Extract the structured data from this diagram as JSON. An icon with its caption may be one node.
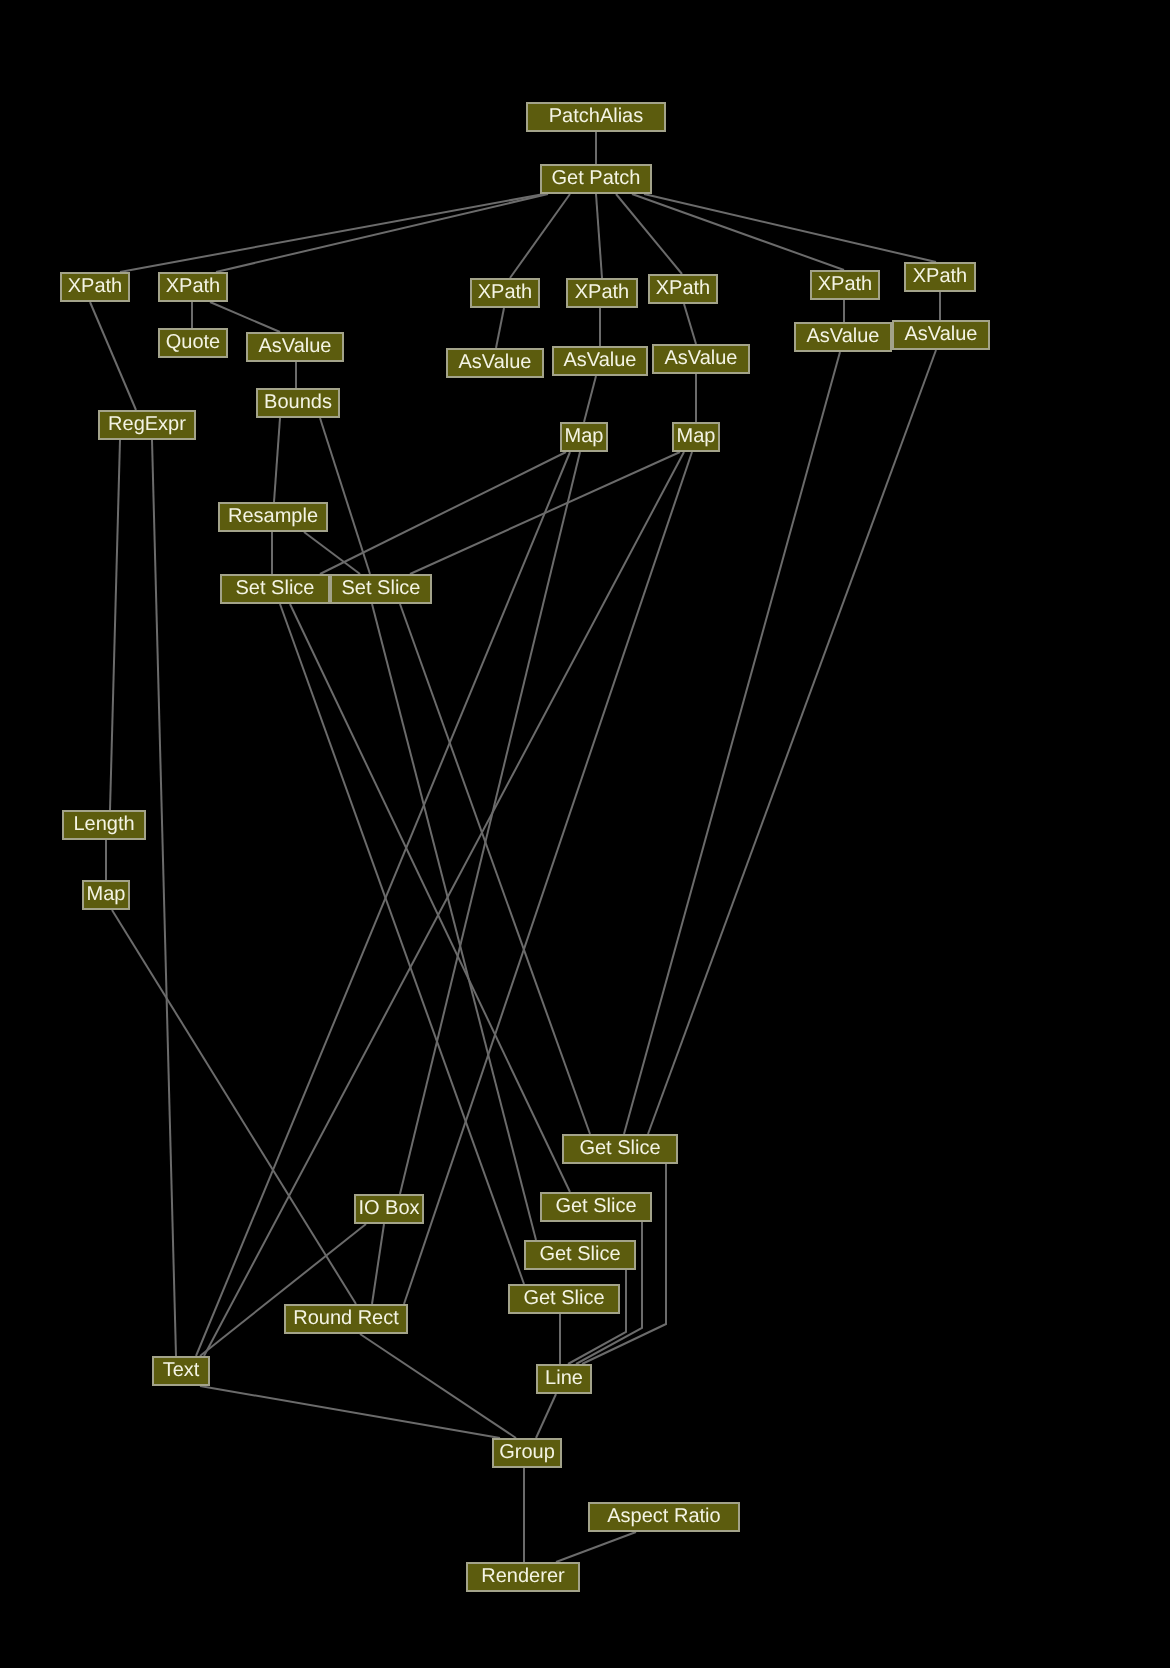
{
  "diagram": {
    "nodes": [
      {
        "text": [
          "PatchAlias"
        ]
      },
      {
        "text": [
          "Get Patch"
        ]
      },
      {
        "text": [
          "XPath"
        ]
      },
      {
        "text": [
          "XPath"
        ]
      },
      {
        "text": [
          "XPath"
        ]
      },
      {
        "text": [
          "XPath"
        ]
      },
      {
        "text": [
          "XPath"
        ]
      },
      {
        "text": [
          "XPath"
        ]
      },
      {
        "text": [
          "XPath"
        ]
      },
      {
        "text": [
          "Quote"
        ]
      },
      {
        "text": [
          "AsValue"
        ]
      },
      {
        "text": [
          "AsValue"
        ]
      },
      {
        "text": [
          "AsValue"
        ]
      },
      {
        "text": [
          "AsValue"
        ]
      },
      {
        "text": [
          "AsValue"
        ]
      },
      {
        "text": [
          "AsValue"
        ]
      },
      {
        "text": [
          "RegExpr"
        ]
      },
      {
        "text": [
          "Bounds"
        ]
      },
      {
        "text": [
          "Map"
        ]
      },
      {
        "text": [
          "Map"
        ]
      },
      {
        "text": [
          "Resample"
        ]
      },
      {
        "text": [
          "Set Slice"
        ]
      },
      {
        "text": [
          "Set Slice"
        ]
      },
      {
        "text": [
          "Length"
        ]
      },
      {
        "text": [
          "Map"
        ]
      },
      {
        "text": [
          "Get Slice"
        ]
      },
      {
        "text": [
          "Get Slice"
        ]
      },
      {
        "text": [
          "Get Slice"
        ]
      },
      {
        "text": [
          "Get Slice"
        ]
      },
      {
        "text": [
          "IO Box"
        ]
      },
      {
        "text": [
          "Round Rect"
        ]
      },
      {
        "text": [
          "Text"
        ]
      },
      {
        "text": [
          "Line"
        ]
      },
      {
        "text": [
          "Group"
        ]
      },
      {
        "text": [
          "Aspect Ratio"
        ]
      },
      {
        "text": [
          "Renderer"
        ]
      }
    ],
    "edges": [
      {
        "from": 0,
        "to": 1,
        "arrow": "none"
      },
      {
        "from": 1,
        "to": 2,
        "arrow": "none"
      },
      {
        "from": 1,
        "to": 3,
        "arrow": "none"
      },
      {
        "from": 1,
        "to": 4,
        "arrow": "none"
      },
      {
        "from": 1,
        "to": 5,
        "arrow": "none"
      },
      {
        "from": 1,
        "to": 6,
        "arrow": "none"
      },
      {
        "from": 1,
        "to": 7,
        "arrow": "none"
      },
      {
        "from": 1,
        "to": 8,
        "arrow": "none"
      },
      {
        "from": 2,
        "to": 16,
        "arrow": "none"
      },
      {
        "from": 3,
        "to": 9,
        "arrow": "none"
      },
      {
        "from": 3,
        "to": 10,
        "arrow": "none"
      },
      {
        "from": 4,
        "to": 11,
        "arrow": "none"
      },
      {
        "from": 5,
        "to": 12,
        "arrow": "none"
      },
      {
        "from": 6,
        "to": 13,
        "arrow": "none"
      },
      {
        "from": 7,
        "to": 14,
        "arrow": "none"
      },
      {
        "from": 8,
        "to": 15,
        "arrow": "none"
      },
      {
        "from": 10,
        "to": 17,
        "arrow": "none"
      },
      {
        "from": 17,
        "to": 20,
        "arrow": "none"
      },
      {
        "from": 17,
        "to": 22,
        "arrow": "none"
      },
      {
        "from": 20,
        "to": 21,
        "arrow": "none"
      },
      {
        "from": 20,
        "to": 22,
        "arrow": "none"
      },
      {
        "from": 12,
        "to": 18,
        "arrow": "none"
      },
      {
        "from": 13,
        "to": 19,
        "arrow": "none"
      },
      {
        "from": 18,
        "to": 21,
        "arrow": "none"
      },
      {
        "from": 19,
        "to": 22,
        "arrow": "none"
      },
      {
        "from": 18,
        "to": 31,
        "arrow": "none"
      },
      {
        "from": 18,
        "to": 29,
        "arrow": "none"
      },
      {
        "from": 19,
        "to": 31,
        "arrow": "none"
      },
      {
        "from": 19,
        "to": 30,
        "arrow": "none"
      },
      {
        "from": 21,
        "to": 26,
        "arrow": "none"
      },
      {
        "from": 21,
        "to": 28,
        "arrow": "none"
      },
      {
        "from": 22,
        "to": 25,
        "arrow": "none"
      },
      {
        "from": 22,
        "to": 27,
        "arrow": "none"
      },
      {
        "from": 14,
        "to": 25,
        "arrow": "none"
      },
      {
        "from": 15,
        "to": 25,
        "arrow": "none"
      },
      {
        "from": 25,
        "to": 32,
        "arrow": "none"
      },
      {
        "from": 26,
        "to": 32,
        "arrow": "none"
      },
      {
        "from": 27,
        "to": 32,
        "arrow": "none"
      },
      {
        "from": 28,
        "to": 32,
        "arrow": "none"
      },
      {
        "from": 16,
        "to": 23,
        "arrow": "none"
      },
      {
        "from": 16,
        "to": 31,
        "arrow": "none"
      },
      {
        "from": 23,
        "to": 24,
        "arrow": "none"
      },
      {
        "from": 24,
        "to": 30,
        "arrow": "none"
      },
      {
        "from": 29,
        "to": 31,
        "arrow": "none"
      },
      {
        "from": 29,
        "to": 30,
        "arrow": "none"
      },
      {
        "from": 30,
        "to": 33,
        "arrow": "none"
      },
      {
        "from": 31,
        "to": 33,
        "arrow": "none"
      },
      {
        "from": 32,
        "to": 33,
        "arrow": "none"
      },
      {
        "from": 33,
        "to": 35,
        "arrow": "none"
      },
      {
        "from": 34,
        "to": 35,
        "arrow": "none"
      }
    ]
  }
}
